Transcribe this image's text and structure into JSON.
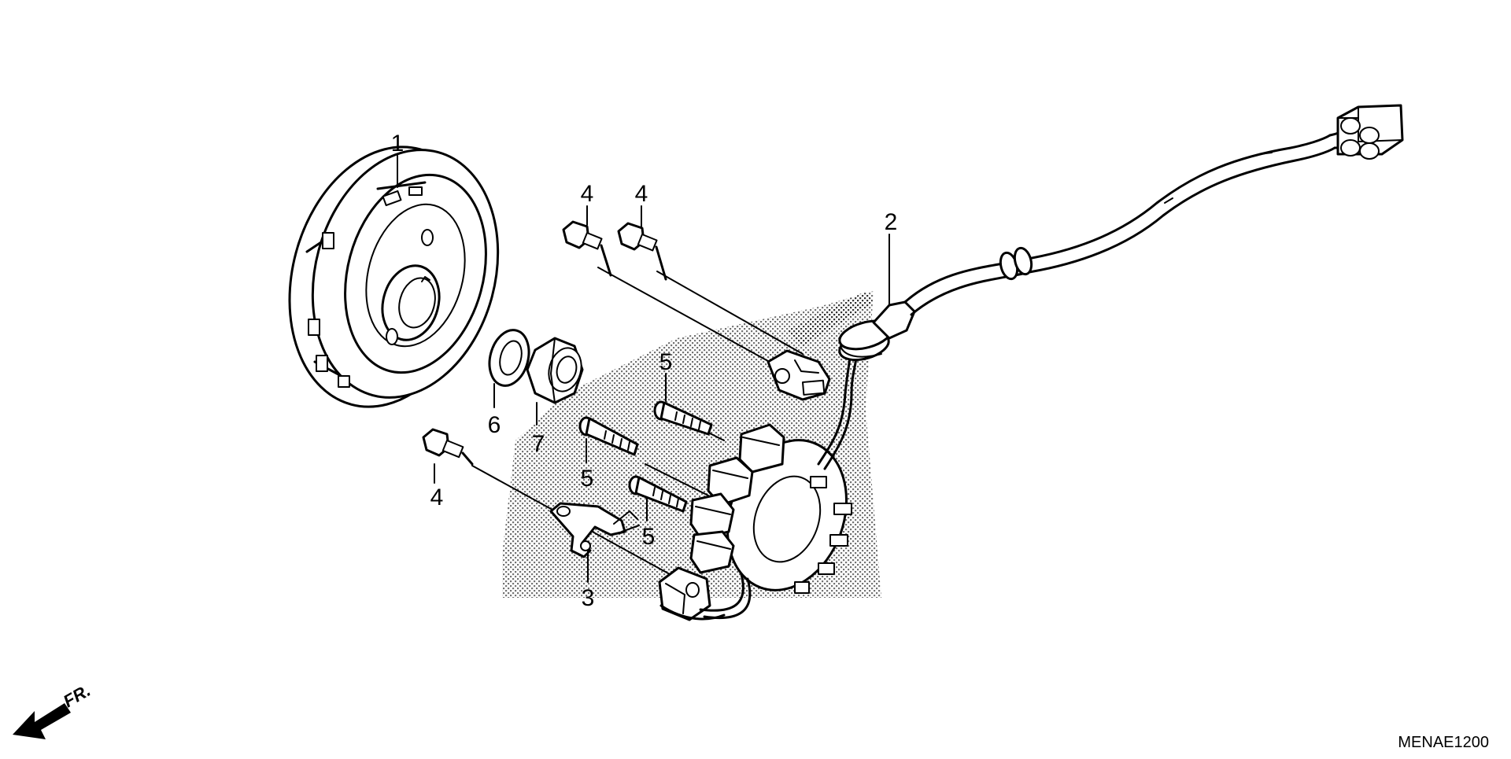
{
  "diagram": {
    "drawing_code": "MENAE1200",
    "direction_label": "FR.",
    "callouts": [
      {
        "id": "flywheel",
        "label": "1"
      },
      {
        "id": "stator-harness",
        "label": "2"
      },
      {
        "id": "wire-clamp",
        "label": "3"
      },
      {
        "id": "bolt-upper-left",
        "label": "4"
      },
      {
        "id": "bolt-upper-right",
        "label": "4"
      },
      {
        "id": "bolt-lower",
        "label": "4"
      },
      {
        "id": "stator-bolt-top",
        "label": "5"
      },
      {
        "id": "stator-bolt-mid",
        "label": "5"
      },
      {
        "id": "stator-bolt-low",
        "label": "5"
      },
      {
        "id": "washer",
        "label": "6"
      },
      {
        "id": "nut",
        "label": "7"
      }
    ],
    "colors": {
      "line": "#000000",
      "background": "#ffffff"
    }
  }
}
